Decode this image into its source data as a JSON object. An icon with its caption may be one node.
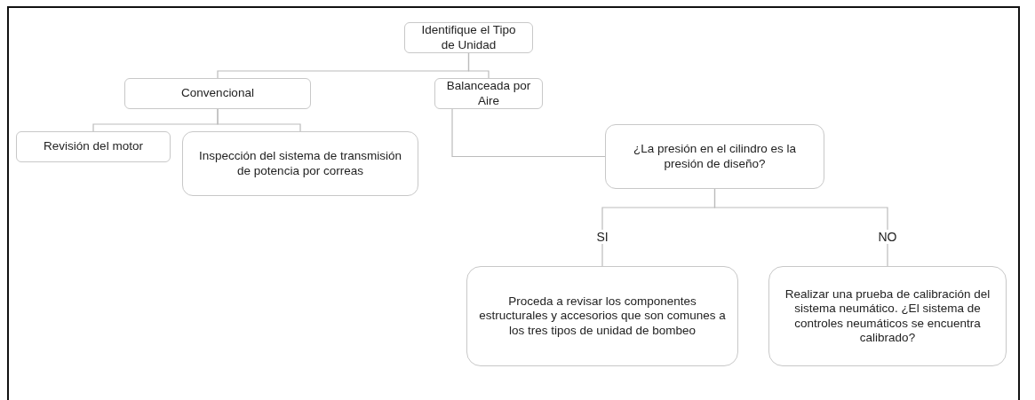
{
  "diagram": {
    "nodes": [
      {
        "text": [
          "Identifique el Tipo de Unidad"
        ]
      },
      {
        "text": [
          "Convencional"
        ]
      },
      {
        "text": [
          "Balanceada por Aire"
        ]
      },
      {
        "text": [
          "Revisión del motor"
        ]
      },
      {
        "text": [
          "Inspección del sistema de transmisión de potencia por correas"
        ]
      },
      {
        "text": [
          "¿La presión en el cilindro es la presión de diseño?"
        ]
      },
      {
        "text": [
          "Proceda a revisar los componentes estructurales y accesorios que son comunes a los tres tipos de unidad de bombeo"
        ]
      },
      {
        "text": [
          "Realizar una prueba de calibración del sistema neumático. ¿El sistema de controles neumáticos se encuentra calibrado?"
        ]
      }
    ],
    "edges": [
      {
        "from": 0,
        "to": 1,
        "arrow": "none"
      },
      {
        "from": 0,
        "to": 2,
        "arrow": "none"
      },
      {
        "from": 1,
        "to": 3,
        "arrow": "none"
      },
      {
        "from": 1,
        "to": 4,
        "arrow": "none"
      },
      {
        "from": 2,
        "to": 5,
        "arrow": "none"
      },
      {
        "from": 5,
        "to": 6,
        "label": "SI",
        "arrow": "none"
      },
      {
        "from": 5,
        "to": 7,
        "label": "NO",
        "arrow": "none"
      }
    ]
  }
}
